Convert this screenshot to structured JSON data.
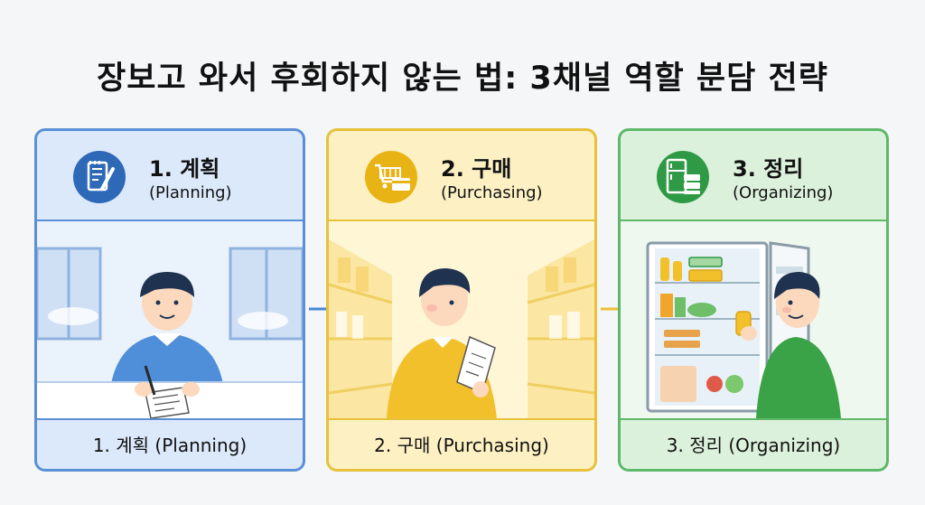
{
  "title": "장보고 와서 후회하지 않는 법: 3채널 역할 분담 전략",
  "steps": [
    {
      "title": "1. 계획",
      "subtitle": "(Planning)",
      "caption": "1. 계획 (Planning)",
      "icon": "notepad-pencil-icon"
    },
    {
      "title": "2. 구매",
      "subtitle": "(Purchasing)",
      "caption": "2. 구매 (Purchasing)",
      "icon": "shopping-cart-card-icon"
    },
    {
      "title": "3. 정리",
      "subtitle": "(Organizing)",
      "caption": "3. 정리 (Organizing)",
      "icon": "fridge-containers-icon"
    }
  ],
  "colors": {
    "planning": "#2e69b8",
    "purchasing": "#e8b315",
    "organizing": "#2f9a45",
    "arrow_blue": "#4a86d4",
    "arrow_yellow": "#f0bd3a"
  }
}
